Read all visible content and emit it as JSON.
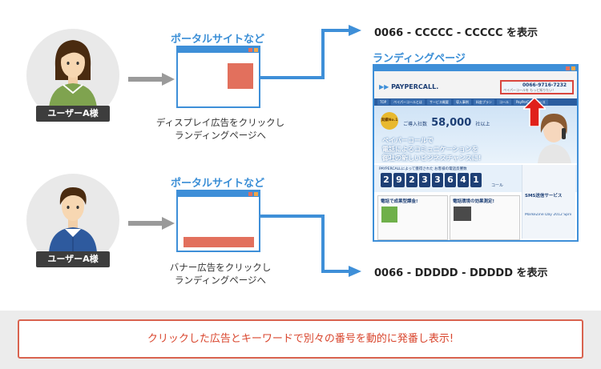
{
  "users": [
    {
      "label": "ユーザーA様",
      "type": "female"
    },
    {
      "label": "ユーザーA様",
      "type": "male"
    }
  ],
  "portals": [
    {
      "title": "ポータルサイトなど",
      "ad_type": "display",
      "caption_line1": "ディスプレイ広告をクリックし",
      "caption_line2": "ランディングページへ"
    },
    {
      "title": "ポータルサイトなど",
      "ad_type": "banner",
      "caption_line1": "バナー広告をクリックし",
      "caption_line2": "ランディングページへ"
    }
  ],
  "results": {
    "top": "0066 - CCCCC - CCCCC を表示",
    "bottom": "0066 - DDDDD - DDDDD を表示"
  },
  "landing_page": {
    "title": "ランディングページ",
    "logo": "PAYPERCALL.",
    "phone_box": "0066-9716-7232",
    "phone_caption": "ペイパーコールを もっと知りたい！",
    "nav": [
      "TOP",
      "ペイパーコールとは",
      "サービス概要",
      "導入事例",
      "料金プラン",
      "コール",
      "PayPerCallニュース"
    ],
    "hero_badge": "実績No.1",
    "hero_count_label": "ご導入社数",
    "hero_count": "58,000",
    "hero_count_suffix": "社以上",
    "hero_line1": "ペイパーコールで",
    "hero_line2": "電話によるコミュニケーションを",
    "hero_line3": "御社の新しいビジネスチャンスに!",
    "counter_label": "PAYPERCALLによって獲得された お客様の電話反響数",
    "counter_digits": [
      "2",
      "9",
      "2",
      "3",
      "3",
      "6",
      "4",
      "1"
    ],
    "counter_suffix": "コール",
    "box1_title": "電話で成果型課金!",
    "box2_title": "電話環境の効果測定!",
    "side_title": "SMS送信サービス",
    "side_banner": "MarkeZine Day 2012 Spring"
  },
  "callout": "クリックした広告とキーワードで別々の番号を動的に発番し表示!",
  "colors": {
    "accent_blue": "#3e8fd8",
    "ad_red": "#e2705d",
    "callout_red": "#d9462e",
    "grey_arrow": "#9a9a9a"
  }
}
